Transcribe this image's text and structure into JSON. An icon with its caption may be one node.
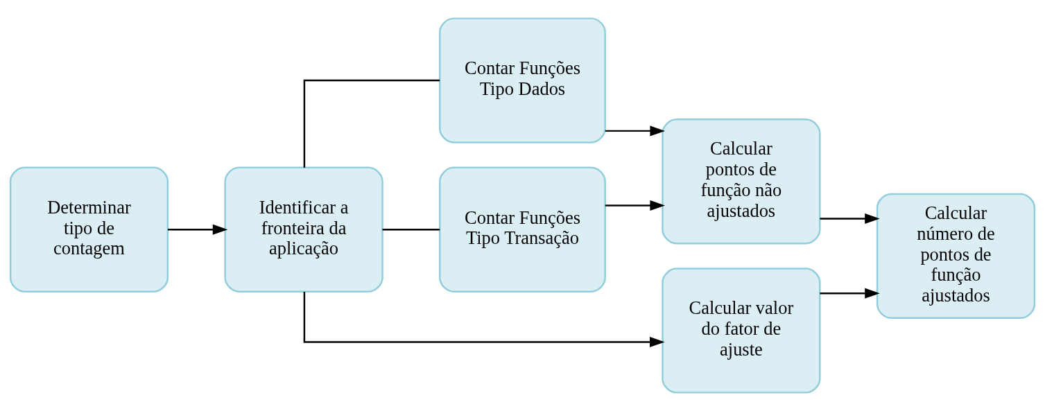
{
  "diagram": {
    "nodes": [
      {
        "text": [
          "Determinar tipo de contagem"
        ]
      },
      {
        "text": [
          "Identificar a fronteira da aplicação"
        ]
      },
      {
        "text": [
          "Contar Funções Tipo Dados"
        ]
      },
      {
        "text": [
          "Contar Funções Tipo Transação"
        ]
      },
      {
        "text": [
          "Calcular pontos de função não ajustados"
        ]
      },
      {
        "text": [
          "Calcular valor do fator de ajuste"
        ]
      },
      {
        "text": [
          "Calcular número de pontos de função ajustados"
        ]
      }
    ],
    "edges": [
      {
        "from": 0,
        "to": 1,
        "arrow": "to"
      },
      {
        "from": 1,
        "to": 2,
        "arrow": "none"
      },
      {
        "from": 1,
        "to": 3,
        "arrow": "none"
      },
      {
        "from": 1,
        "to": 5,
        "arrow": "to"
      },
      {
        "from": 2,
        "to": 4,
        "arrow": "to"
      },
      {
        "from": 3,
        "to": 4,
        "arrow": "to"
      },
      {
        "from": 4,
        "to": 6,
        "arrow": "to"
      },
      {
        "from": 5,
        "to": 6,
        "arrow": "to"
      }
    ]
  }
}
